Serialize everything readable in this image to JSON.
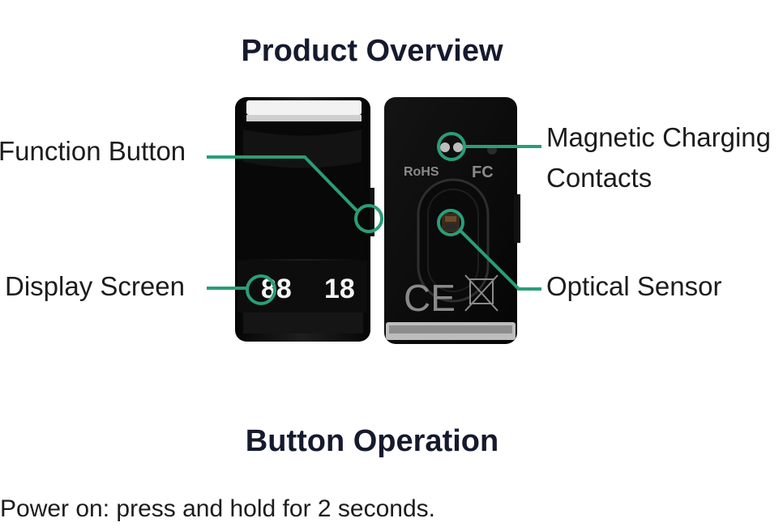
{
  "headings": {
    "product_overview": "Product Overview",
    "button_operation": "Button Operation"
  },
  "callouts": {
    "function_button": "Function Button",
    "display_screen": "Display Screen",
    "magnetic_charging_line1": "Magnetic Charging",
    "magnetic_charging_line2": "Contacts",
    "optical_sensor": "Optical Sensor"
  },
  "device_markings": {
    "rohs": "RoHS",
    "fc": "FC",
    "ce": "CE",
    "display_left": "88",
    "display_right": "18"
  },
  "instructions": {
    "power_on": "Power on: press and hold for 2 seconds."
  },
  "colors": {
    "callout_line": "#2a9d78",
    "device_body": "#0b0b0b",
    "heading_text": "#151a2e"
  }
}
